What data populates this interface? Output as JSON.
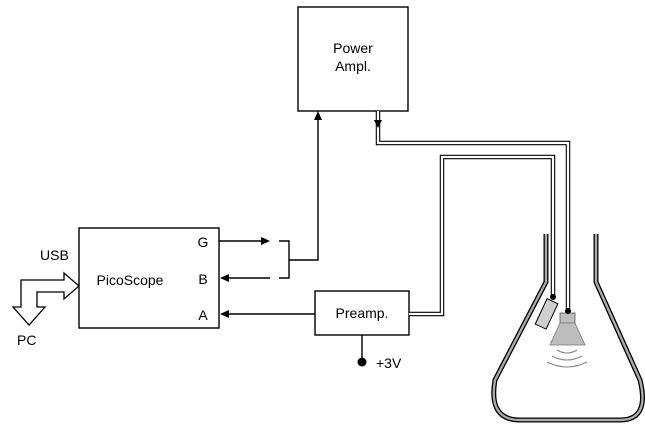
{
  "blocks": {
    "power_amp": {
      "line1": "Power",
      "line2": "Ampl."
    },
    "picoscope": {
      "label": "PicoScope",
      "port_g": "G",
      "port_b": "B",
      "port_a": "A"
    },
    "preamp": {
      "label": "Preamp."
    }
  },
  "labels": {
    "usb": "USB",
    "pc": "PC",
    "supply": "+3V"
  }
}
